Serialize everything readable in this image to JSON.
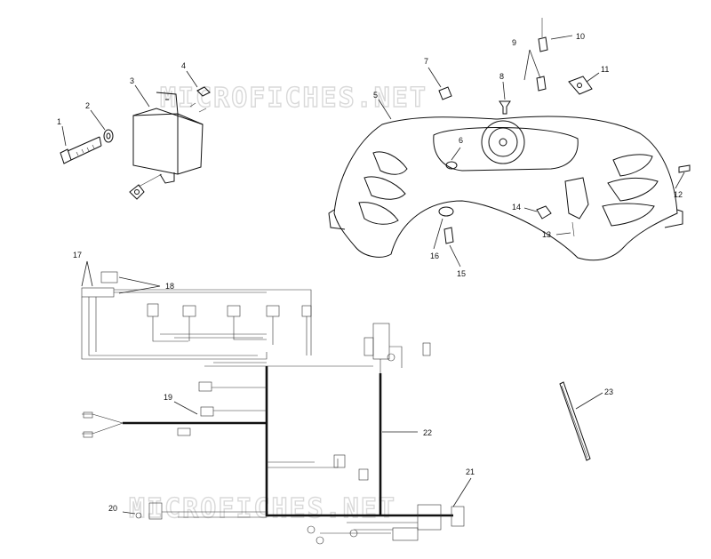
{
  "watermark": {
    "top": "MICROFICHES.NET",
    "bottom": "MICROFICHES.NET"
  },
  "callouts": [
    "1",
    "2",
    "3",
    "4",
    "5",
    "6",
    "7",
    "8",
    "9",
    "10",
    "11",
    "12",
    "13",
    "14",
    "15",
    "16",
    "17",
    "18",
    "19",
    "20",
    "21",
    "22",
    "23"
  ]
}
